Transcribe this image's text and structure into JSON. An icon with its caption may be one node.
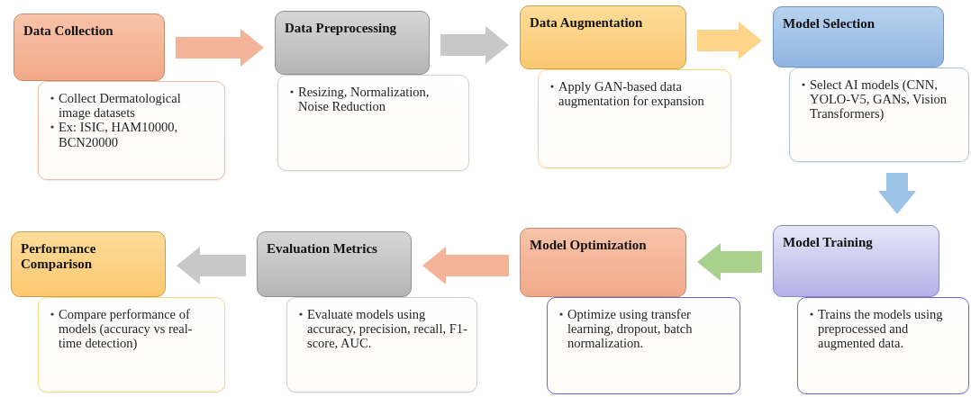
{
  "diagram": {
    "nodes": [
      {
        "text": [
          "Data Collection"
        ]
      },
      {
        "text": [
          "Collect Dermatological image datasets",
          "Ex: ISIC, HAM10000, BCN20000"
        ]
      },
      {
        "text": [
          "Data Preprocessing"
        ]
      },
      {
        "text": [
          "Resizing, Normalization, Noise Reduction"
        ]
      },
      {
        "text": [
          "Data Augmentation"
        ]
      },
      {
        "text": [
          "Apply GAN-based data augmentation for expansion"
        ]
      },
      {
        "text": [
          "Model Selection"
        ]
      },
      {
        "text": [
          "Select AI models (CNN, YOLO-V5, GANs, Vision Transformers)"
        ]
      },
      {
        "text": [
          "Model Training"
        ]
      },
      {
        "text": [
          "Trains the models using preprocessed and augmented data."
        ]
      },
      {
        "text": [
          "Model Optimization"
        ]
      },
      {
        "text": [
          "Optimize using transfer learning, dropout, batch normalization."
        ]
      },
      {
        "text": [
          "Evaluation Metrics"
        ]
      },
      {
        "text": [
          "Evaluate models using accuracy, precision, recall, F1-score, AUC."
        ]
      },
      {
        "text": [
          "Performance Comparison"
        ]
      },
      {
        "text": [
          "Compare performance of models (accuracy vs real-time detection)"
        ]
      }
    ],
    "edges": [
      {
        "from": 0,
        "to": 2,
        "arrow": "to",
        "color": "#f4b49a"
      },
      {
        "from": 2,
        "to": 4,
        "arrow": "to",
        "color": "#c8c8c8"
      },
      {
        "from": 4,
        "to": 6,
        "arrow": "to",
        "color": "#fdd48a"
      },
      {
        "from": 7,
        "to": 8,
        "arrow": "to",
        "color": "#9dc3e6"
      },
      {
        "from": 8,
        "to": 10,
        "arrow": "to",
        "color": "#a9d18e"
      },
      {
        "from": 10,
        "to": 12,
        "arrow": "to",
        "color": "#f4b49a"
      },
      {
        "from": 12,
        "to": 14,
        "arrow": "to",
        "color": "#c8c8c8"
      }
    ]
  }
}
